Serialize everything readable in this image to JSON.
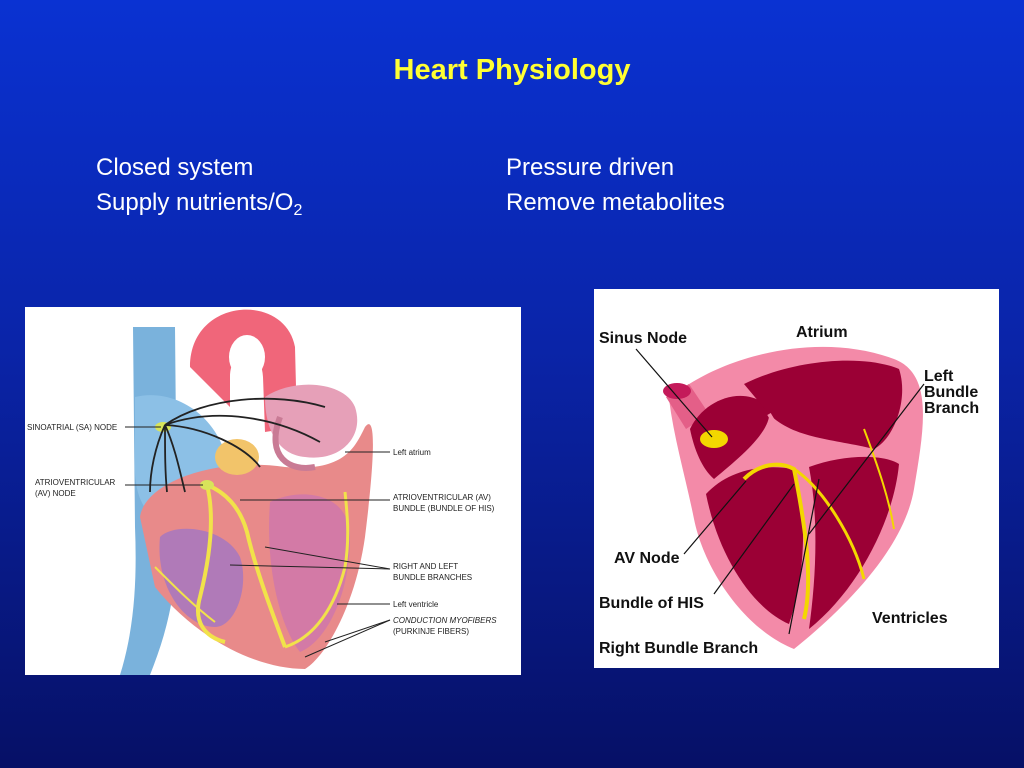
{
  "slide": {
    "title": "Heart Physiology",
    "bullets_left": [
      "Closed system",
      "Supply nutrients/O"
    ],
    "bullets_left_sub": "2",
    "bullets_right": [
      "Pressure driven",
      "Remove metabolites"
    ]
  },
  "figure_left": {
    "labels": {
      "sa_node": "SINOATRIAL (SA) NODE",
      "left_atrium": "Left atrium",
      "av_node_1": "ATRIOVENTRICULAR",
      "av_node_2": "(AV) NODE",
      "av_bundle_1": "ATRIOVENTRICULAR (AV)",
      "av_bundle_2": "BUNDLE (BUNDLE OF HIS)",
      "bundle_branches_1": "RIGHT AND LEFT",
      "bundle_branches_2": "BUNDLE BRANCHES",
      "left_ventricle": "Left ventricle",
      "myofibers_1": "CONDUCTION MYOFIBERS",
      "myofibers_2": "(PURKINJE FIBERS)"
    }
  },
  "figure_right": {
    "labels": {
      "sinus_node": "Sinus Node",
      "atrium": "Atrium",
      "left_bundle_1": "Left",
      "left_bundle_2": "Bundle",
      "left_bundle_3": "Branch",
      "av_node": "AV Node",
      "bundle_his": "Bundle of HIS",
      "ventricles": "Ventricles",
      "right_bundle": "Right Bundle Branch"
    }
  }
}
